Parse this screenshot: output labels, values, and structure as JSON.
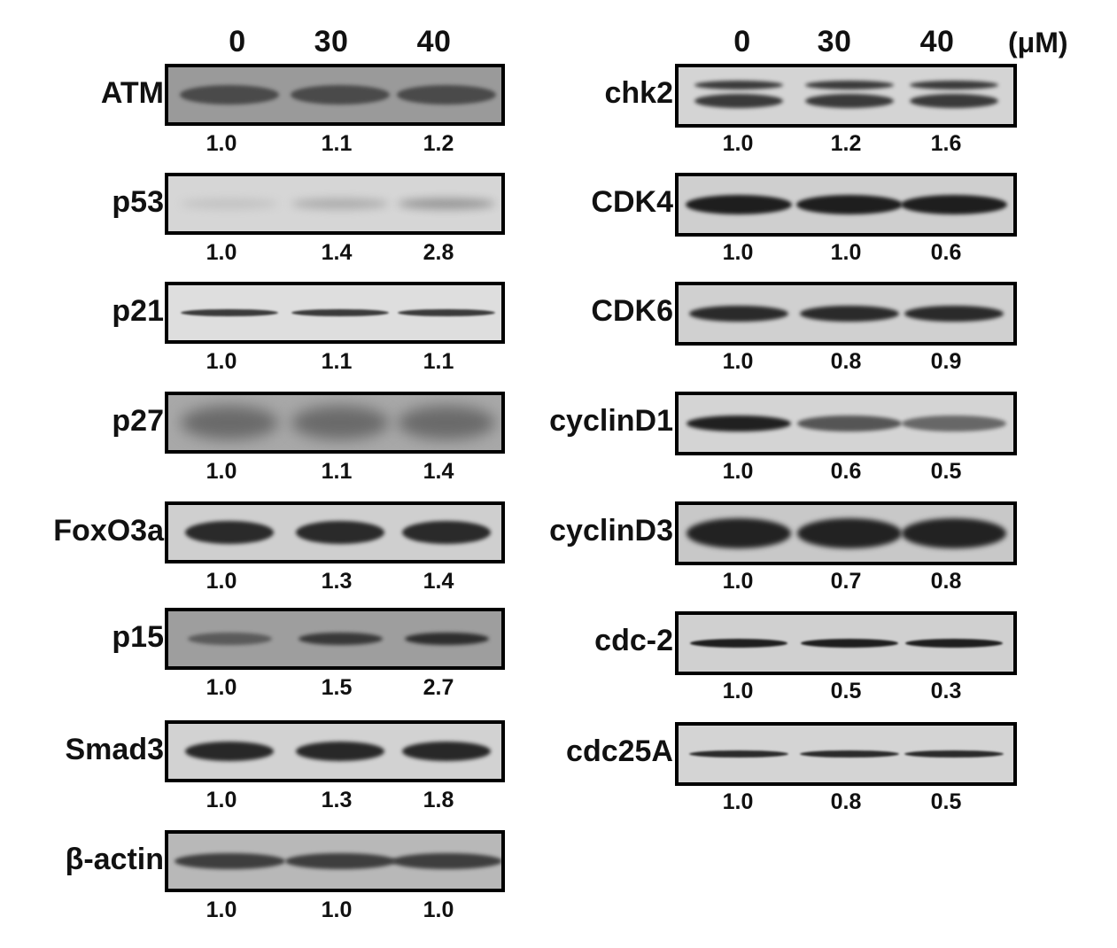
{
  "concentrations": [
    "0",
    "30",
    "40"
  ],
  "unit": "(μM)",
  "left_panel": [
    {
      "protein": "ATM",
      "values": [
        "1.0",
        "1.1",
        "1.2"
      ]
    },
    {
      "protein": "p53",
      "values": [
        "1.0",
        "1.4",
        "2.8"
      ]
    },
    {
      "protein": "p21",
      "values": [
        "1.0",
        "1.1",
        "1.1"
      ]
    },
    {
      "protein": "p27",
      "values": [
        "1.0",
        "1.1",
        "1.4"
      ]
    },
    {
      "protein": "FoxO3a",
      "values": [
        "1.0",
        "1.3",
        "1.4"
      ]
    },
    {
      "protein": "p15",
      "values": [
        "1.0",
        "1.5",
        "2.7"
      ]
    },
    {
      "protein": "Smad3",
      "values": [
        "1.0",
        "1.3",
        "1.8"
      ]
    },
    {
      "protein": "β-actin",
      "values": [
        "1.0",
        "1.0",
        "1.0"
      ]
    }
  ],
  "right_panel": [
    {
      "protein": "chk2",
      "values": [
        "1.0",
        "1.2",
        "1.6"
      ]
    },
    {
      "protein": "CDK4",
      "values": [
        "1.0",
        "1.0",
        "0.6"
      ]
    },
    {
      "protein": "CDK6",
      "values": [
        "1.0",
        "0.8",
        "0.9"
      ]
    },
    {
      "protein": "cyclinD1",
      "values": [
        "1.0",
        "0.6",
        "0.5"
      ]
    },
    {
      "protein": "cyclinD3",
      "values": [
        "1.0",
        "0.7",
        "0.8"
      ]
    },
    {
      "protein": "cdc-2",
      "values": [
        "1.0",
        "0.5",
        "0.3"
      ]
    },
    {
      "protein": "cdc25A",
      "values": [
        "1.0",
        "0.8",
        "0.5"
      ]
    }
  ]
}
